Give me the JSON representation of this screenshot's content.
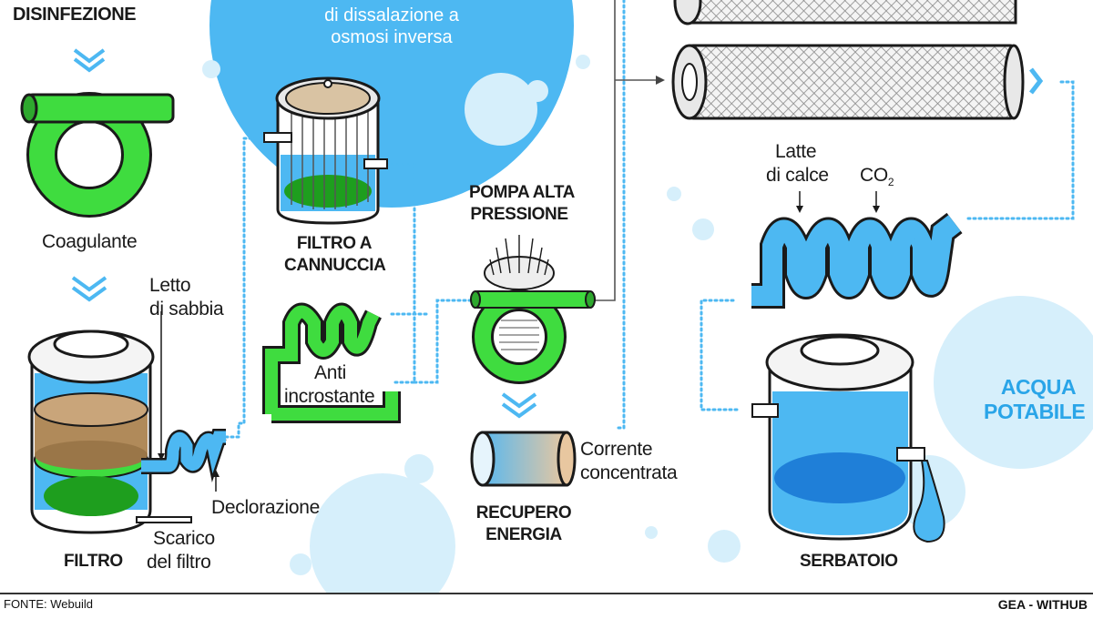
{
  "colors": {
    "blue": "#4db8f2",
    "light_blue": "#d6effb",
    "green": "#3fdc3f",
    "dark_green": "#1e9e1e",
    "sand": "#b08a5a",
    "text": "#1a1a1a",
    "accent_text": "#2aa5e8"
  },
  "header": {
    "disinfection": "DISINFEZIONE",
    "bubble_line1": "di dissalazione a",
    "bubble_line2": "osmosi inversa"
  },
  "labels": {
    "coagulant": "Coagulante",
    "sand_bed_line1": "Letto",
    "sand_bed_line2": "di sabbia",
    "dechlorination": "Declorazione",
    "filter_drain_line1": "Scarico",
    "filter_drain_line2": "del filtro",
    "filter": "FILTRO",
    "straw_filter_line1": "FILTRO A",
    "straw_filter_line2": "CANNUCCIA",
    "antiscalant_line1": "Anti",
    "antiscalant_line2": "incrostante",
    "hp_pump_line1": "POMPA ALTA",
    "hp_pump_line2": "PRESSIONE",
    "concentrate_line1": "Corrente",
    "concentrate_line2": "concentrata",
    "energy_recovery_line1": "RECUPERO",
    "energy_recovery_line2": "ENERGIA",
    "lime_milk_line1": "Latte",
    "lime_milk_line2": "di calce",
    "co2": "CO",
    "co2_sub": "2",
    "drinking_water_line1": "ACQUA",
    "drinking_water_line2": "POTABILE",
    "tank": "SERBATOIO"
  },
  "footer": {
    "source": "FONTE: Webuild",
    "credit": "GEA - WITHUB"
  },
  "icons": [
    "chevron-down-icon",
    "chevron-right-icon",
    "arrow-right-icon",
    "arrow-up-icon",
    "arrow-down-icon"
  ]
}
